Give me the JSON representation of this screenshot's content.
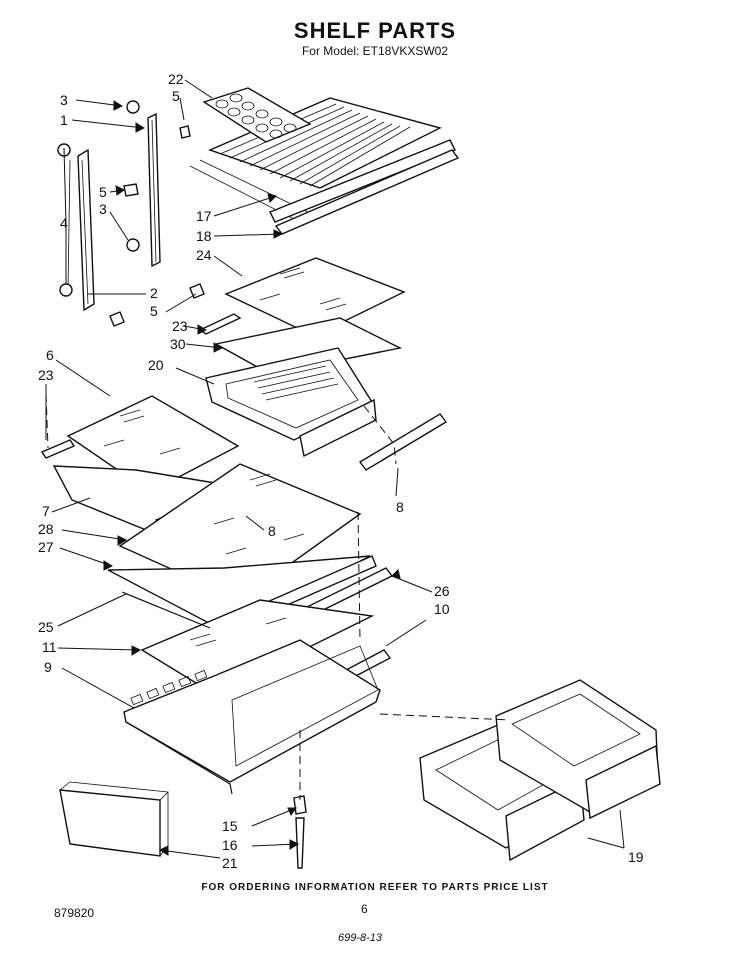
{
  "title": "SHELF PARTS",
  "subtitle": "For Model: ET18VKXSW02",
  "footer_note": "FOR ORDERING INFORMATION REFER TO PARTS PRICE LIST",
  "doc_number": "879820",
  "page_number": "6",
  "handwritten_note": "699-8-13",
  "callouts": {
    "c1": "1",
    "c2": "2",
    "c3a": "3",
    "c3b": "3",
    "c4": "4",
    "c5a": "5",
    "c5b": "5",
    "c5c": "5",
    "c6": "6",
    "c7": "7",
    "c8a": "8",
    "c8b": "8",
    "c9": "9",
    "c10": "10",
    "c11": "11",
    "c15": "15",
    "c16": "16",
    "c17": "17",
    "c18": "18",
    "c19": "19",
    "c20": "20",
    "c21": "21",
    "c22": "22",
    "c23a": "23",
    "c23b": "23",
    "c24": "24",
    "c25": "25",
    "c26": "26",
    "c27": "27",
    "c28": "28",
    "c30": "30"
  }
}
